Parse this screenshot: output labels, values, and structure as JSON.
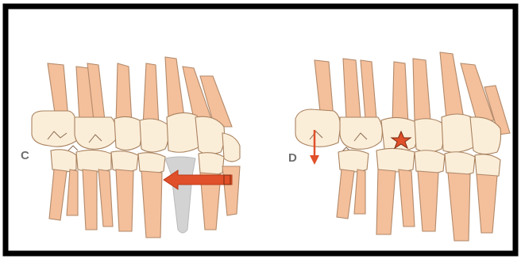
{
  "panels": [
    {
      "letter": "C",
      "marker": "arrow-left",
      "ghost_tooth": true
    },
    {
      "letter": "D",
      "marker": "star-and-down-arrow",
      "ghost_tooth": false
    }
  ],
  "colors": {
    "frame": "#000000",
    "arrow": "#e0502a",
    "star": "#e0502a",
    "ghost_tooth": "#d3d3d3",
    "root": "#f4bf9b",
    "crown": "#fbeed9",
    "letter": "#6e6e6e"
  },
  "icons": [
    "left-arrow-icon",
    "down-arrow-icon",
    "star-icon"
  ]
}
